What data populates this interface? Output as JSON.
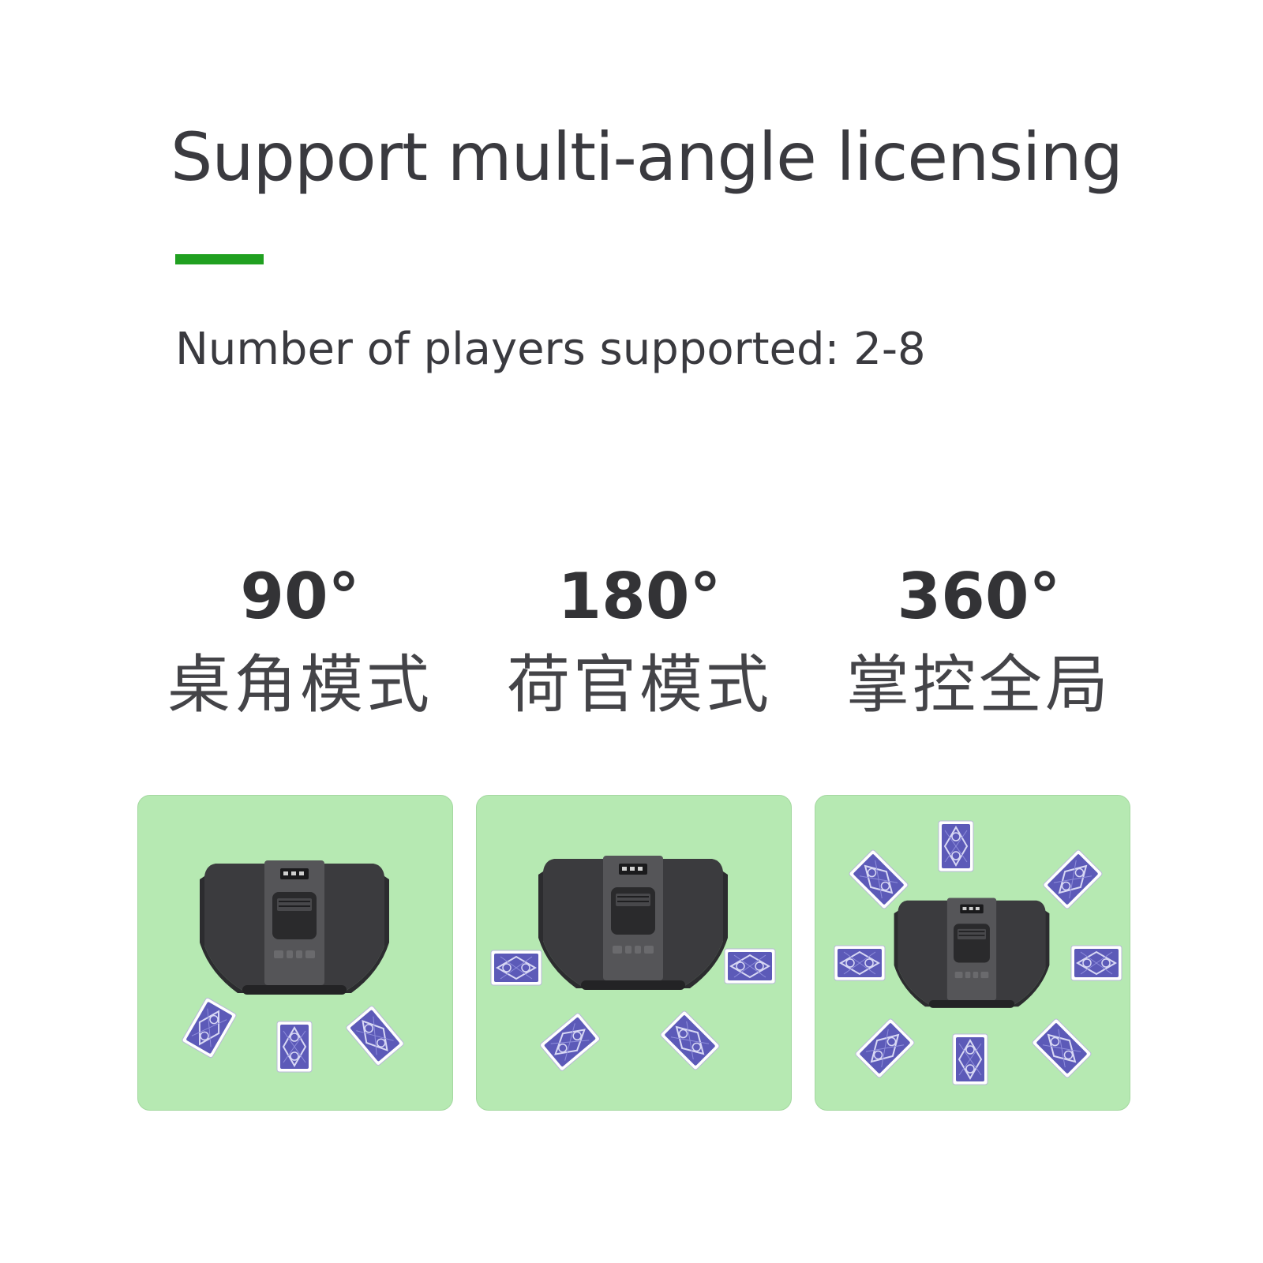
{
  "header": {
    "title": "Support multi-angle licensing",
    "subtitle": "Number of players supported: 2-8",
    "accent_color": "#20a020"
  },
  "modes": [
    {
      "angle": "90°",
      "name": "桌角模式",
      "cards": 3
    },
    {
      "angle": "180°",
      "name": "荷官模式",
      "cards": 4
    },
    {
      "angle": "360°",
      "name": "掌控全局",
      "cards": 8
    }
  ],
  "colors": {
    "panel_background": "#b6e9b2",
    "card_back": "#5c5ab8",
    "dealer_body": "#3b3b3e"
  },
  "icons": [
    "card-dealer-machine",
    "playing-card-back"
  ]
}
